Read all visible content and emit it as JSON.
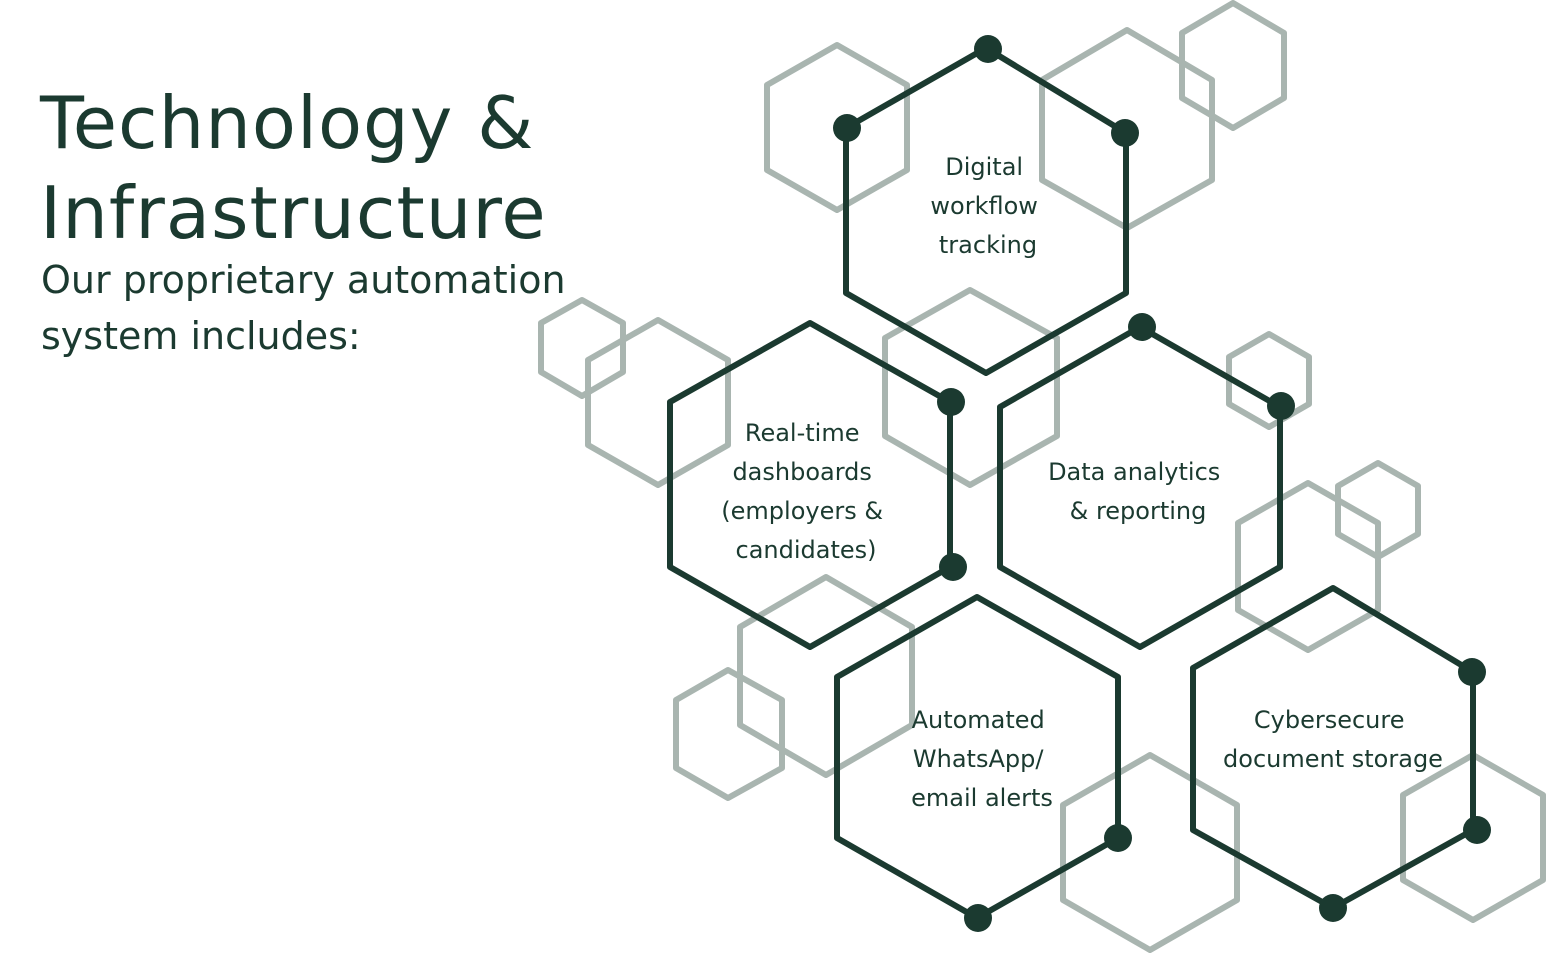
{
  "page": {
    "title_lines": [
      "Technology &",
      "Infrastructure"
    ],
    "subtitle_lines": [
      "Our proprietary automation",
      "system includes:"
    ]
  },
  "features": [
    {
      "lines": [
        "Digital",
        "workflow",
        "tracking"
      ]
    },
    {
      "lines": [
        "Real-time",
        "dashboards",
        "(employers &",
        "candidates)"
      ]
    },
    {
      "lines": [
        "Data analytics",
        "& reporting"
      ]
    },
    {
      "lines": [
        "Automated",
        "WhatsApp/",
        "email alerts"
      ]
    },
    {
      "lines": [
        "Cybersecure",
        "document storage"
      ]
    }
  ],
  "colors": {
    "primary": "#1b3a30",
    "decorative_hex": "#a9b5b0",
    "background": "#ffffff"
  }
}
